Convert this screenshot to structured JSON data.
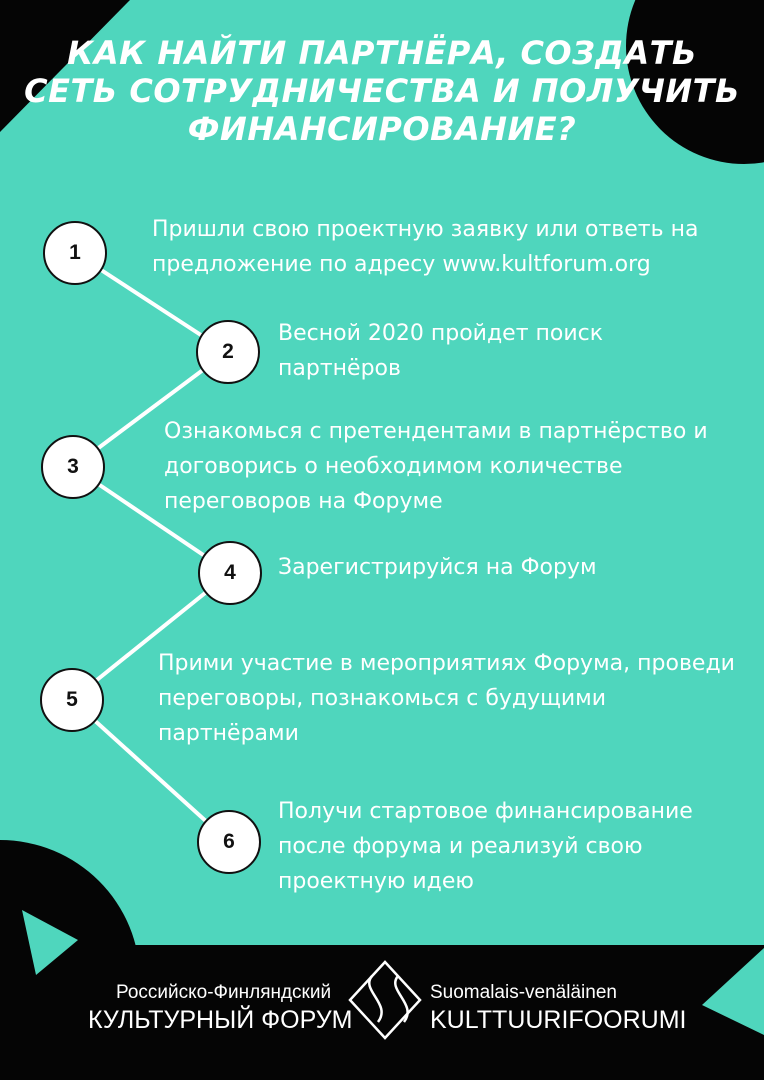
{
  "title": "КАК НАЙТИ ПАРТНЁРА, СОЗДАТЬ СЕТЬ СОТРУДНИЧЕСТВА И ПОЛУЧИТЬ ФИНАНСИРОВАНИЕ?",
  "steps": [
    {
      "number": "1",
      "text": "Пришли свою проектную заявку или ответь на предложение по адресу www.kultforum.org"
    },
    {
      "number": "2",
      "text": "Весной 2020 пройдет поиск партнёров"
    },
    {
      "number": "3",
      "text": "Ознакомься с претендентами в партнёрство и договорись о необходимом количестве переговоров на Форуме"
    },
    {
      "number": "4",
      "text": "Зарегистрируйся на Форум"
    },
    {
      "number": "5",
      "text": "Прими участие в мероприятиях Форума, проведи переговоры, познакомься с будущими партнёрами"
    },
    {
      "number": "6",
      "text": "Получи стартовое финансирование после форума и реализуй свою проектную идею"
    }
  ],
  "footer": {
    "ru_line1": "Российско-Финляндский",
    "ru_line2": "КУЛЬТУРНЫЙ ФОРУМ",
    "fi_line1": "Suomalais-venäläinen",
    "fi_line2": "KULTTUURIFOORUMI"
  },
  "colors": {
    "background": "#4fd6bd",
    "dark": "#050505",
    "text": "#ffffff"
  },
  "icons": {
    "logo": "forum-logo-icon"
  }
}
